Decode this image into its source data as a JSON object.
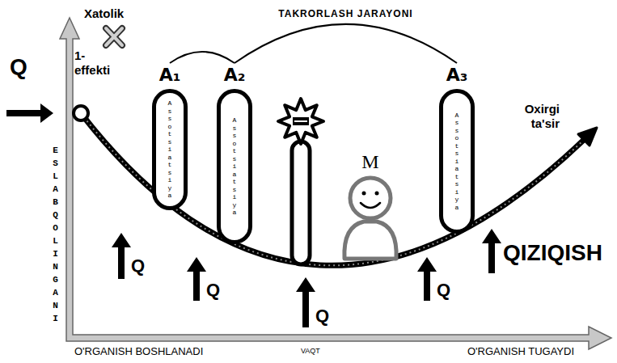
{
  "diagram": {
    "nodes": [
      {
        "text": [
          "A₁",
          "Assotsiatsiya"
        ]
      },
      {
        "text": [
          "A₂",
          "Assotsiatsiya"
        ]
      },
      {
        "text": [
          "A₃",
          "Assotsiatsiya"
        ]
      }
    ],
    "edges": [
      {
        "from": 0,
        "to": 1,
        "arrow": "none"
      },
      {
        "from": 1,
        "to": 2,
        "label": "TAKRORLASH JARAYONI",
        "arrow": "none"
      }
    ],
    "labels": [
      "Xatolik",
      "Q",
      "1- effekti",
      "M",
      "Oxirgi ta'sir",
      "ESLAB QOLINGANI",
      "Q",
      "Q",
      "Q",
      "Q",
      "QIZIQISH",
      "O'RGANISH BOSHLANADI",
      "VAQT",
      "O'RGANISH TUGAYDI"
    ]
  }
}
